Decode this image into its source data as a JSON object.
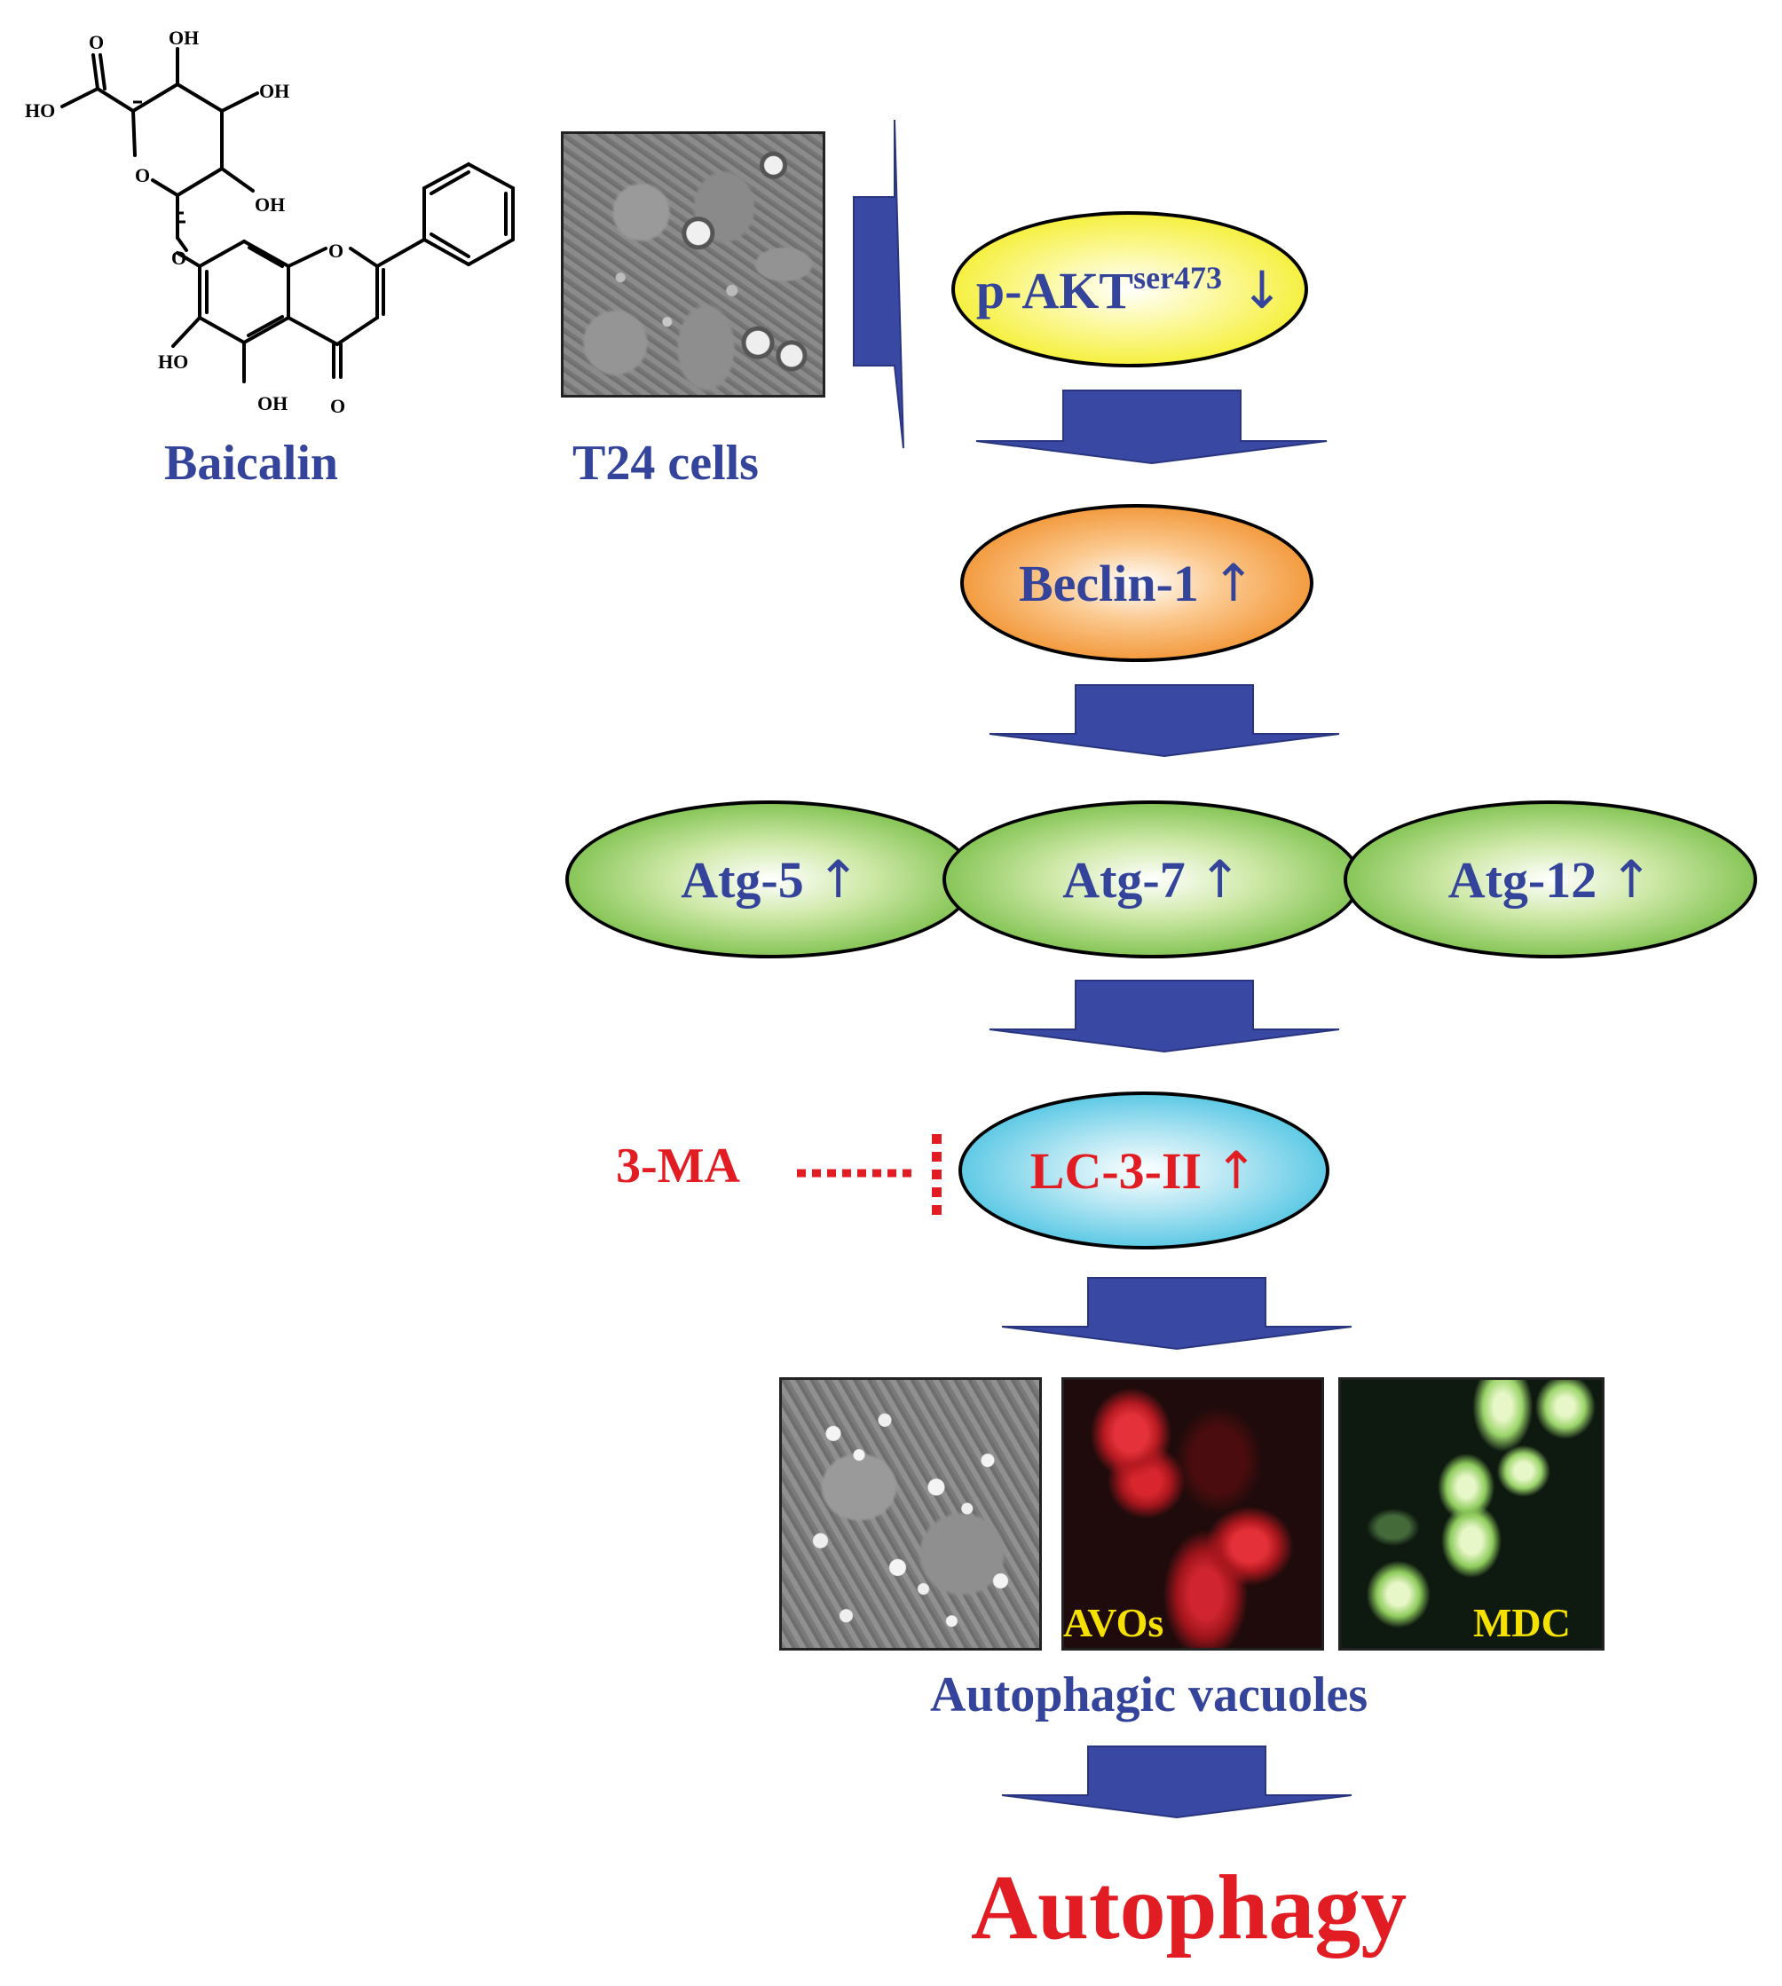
{
  "compound": {
    "name": "Baicalin",
    "atoms": {
      "ho_acid": "HO",
      "o_carbonyl_acid": "O",
      "oh_top": "OH",
      "oh_right": "OH",
      "o_ring": "O",
      "oh_lower": "OH",
      "o_link": "O",
      "o_chromone": "O",
      "ho_left": "HO",
      "oh_bottom": "OH",
      "o_ketone": "O"
    }
  },
  "cells_label": "T24 cells",
  "nodes": {
    "pakt": {
      "main": "p-AKT",
      "sup": "ser473",
      "arrow": "↓",
      "color": "#f7f200"
    },
    "beclin": {
      "text": "Beclin-1",
      "arrow": "↑",
      "color": "#f39b3a"
    },
    "atg5": {
      "text": "Atg-5",
      "arrow": "↑",
      "color": "#7ac143"
    },
    "atg7": {
      "text": "Atg-7",
      "arrow": "↑",
      "color": "#7ac143"
    },
    "atg12": {
      "text": "Atg-12",
      "arrow": "↑",
      "color": "#7ac143"
    },
    "lc3": {
      "text": "LC-3-II",
      "arrow": "↑",
      "color": "#55c8e6"
    }
  },
  "inhibitor": {
    "label": "3-MA"
  },
  "micrographs": {
    "avos_label": "AVOs",
    "mdc_label": "MDC"
  },
  "vacuoles_label": "Autophagic vacuoles",
  "outcome": "Autophagy",
  "colors": {
    "arrow": "#3949a3",
    "text_blue": "#33449a",
    "text_red": "#e21c23",
    "label_yellow": "#f5e100"
  }
}
